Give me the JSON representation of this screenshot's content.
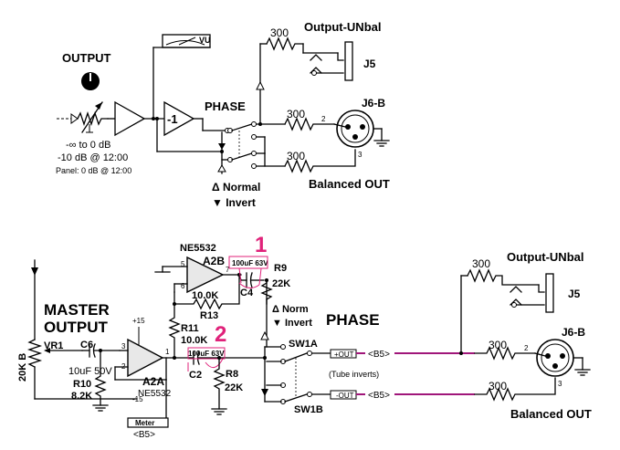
{
  "top": {
    "output_title": "OUTPUT",
    "range_line1": "-∞ to 0 dB",
    "range_line2": "-10 dB @ 12:00",
    "range_line3": "Panel: 0 dB @ 12:00",
    "vu_label": "VU",
    "inverter_label": "-1",
    "phase_label": "PHASE",
    "normal_label": "Δ Normal",
    "invert_label": "▼ Invert",
    "r_unbal": "300",
    "r_bal_hot": "300",
    "r_bal_cold": "300",
    "unbal_title": "Output-UNbal",
    "j5": "J5",
    "j6": "J6-B",
    "pin2": "2",
    "pin3": "3",
    "balanced_title": "Balanced OUT"
  },
  "bottom": {
    "master_line1": "MASTER",
    "master_line2": "OUTPUT",
    "pot_value": "20K B",
    "vr1": "VR1",
    "c6": "C6",
    "c6_value": "10uF 50V",
    "r10": "R10",
    "r10_value": "8.2K",
    "plus15": "+15",
    "minus15": "-15",
    "a2a": "A2A",
    "a2a_ic": "NE5532",
    "a2a_pin3": "3",
    "a2a_pin2": "2",
    "a2a_pin1": "1",
    "a2b_ic": "NE5532",
    "a2b": "A2B",
    "a2b_pin5": "5",
    "a2b_pin6": "6",
    "a2b_pin7": "7",
    "c4_rating": "100uF 63V",
    "c4": "C4",
    "r9": "R9",
    "r9_value": "22K",
    "r13_value": "10.0K",
    "r13": "R13",
    "r11": "R11",
    "r11_value": "10.0K",
    "c2_rating": "100uF 63V",
    "c2": "C2",
    "r8": "R8",
    "r8_value": "22K",
    "meter": "Meter",
    "b5": "<B5>",
    "norm_label": "Δ Norm",
    "invert_label": "▼ Invert",
    "phase_label": "PHASE",
    "sw1a": "SW1A",
    "sw1b": "SW1B",
    "pout": "+OUT",
    "nout": "-OUT",
    "b5_tag": "<B5>",
    "tube_inverts": "(Tube inverts)",
    "r_unbal": "300",
    "r_bal_hot": "300",
    "r_bal_cold": "300",
    "unbal_title": "Output-UNbal",
    "j5": "J5",
    "j6": "J6-B",
    "pin2": "2",
    "pin3": "3",
    "balanced_title": "Balanced OUT",
    "callout1": "1",
    "callout2": "2"
  }
}
